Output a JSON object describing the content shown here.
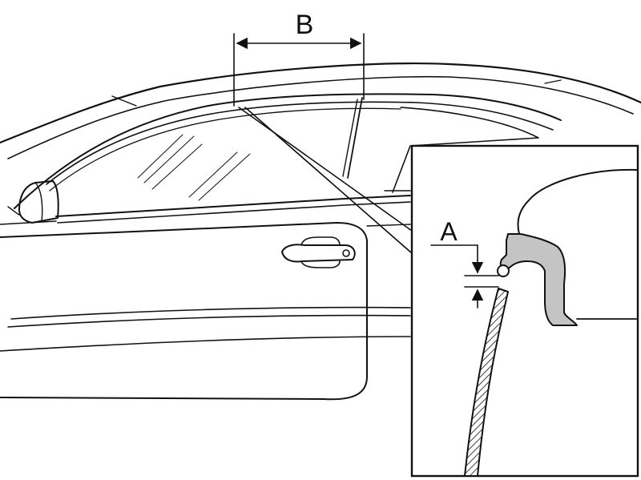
{
  "labels": {
    "dimension_a": "A",
    "dimension_b": "B"
  },
  "colors": {
    "line": "#111111",
    "background": "#ffffff",
    "seal_fill": "#c4c4c4"
  },
  "icons": {
    "arrow": "dimension-arrowhead",
    "hatch": "glass-cross-section-hatch"
  }
}
